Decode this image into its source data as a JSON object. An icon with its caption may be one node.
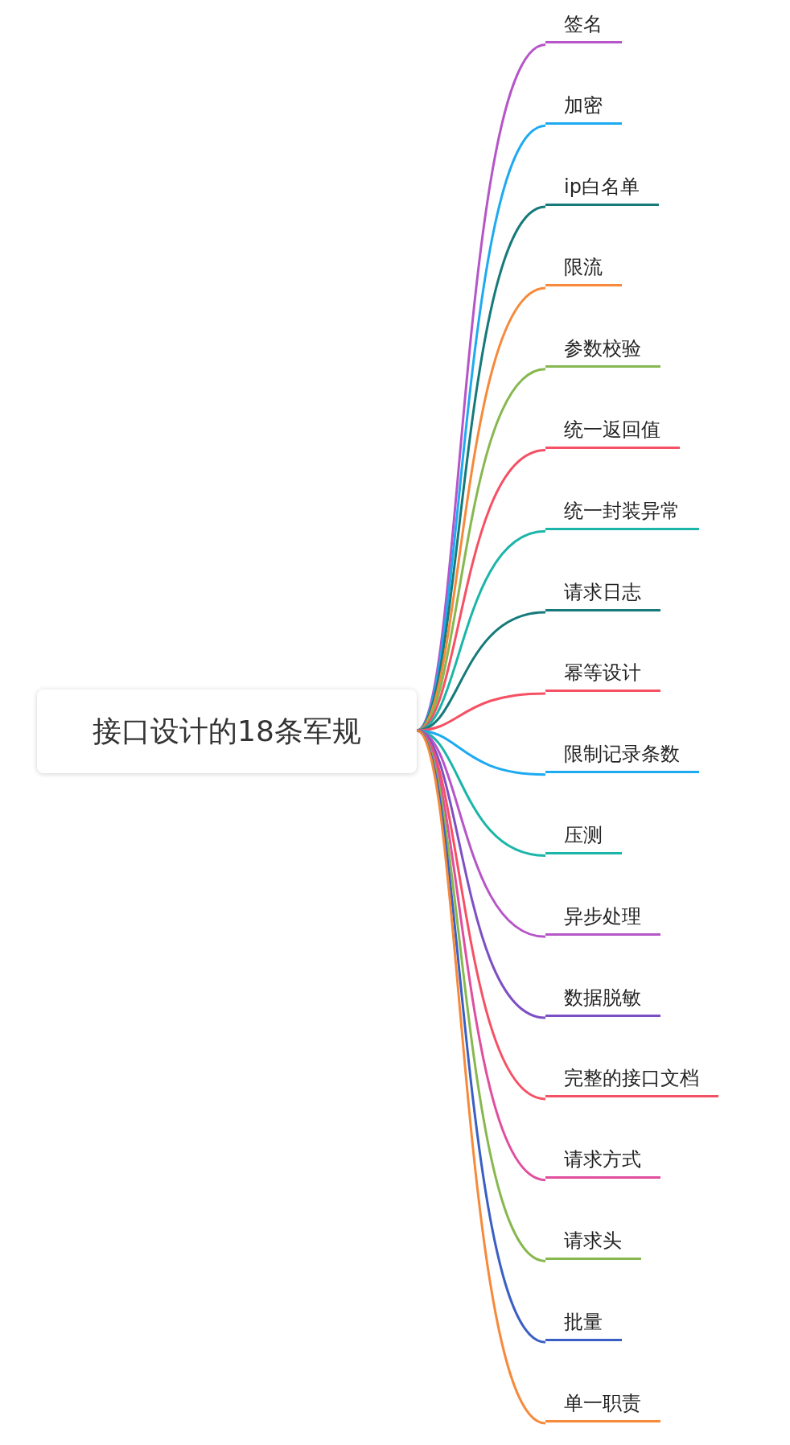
{
  "diagram": {
    "nodes": [
      {
        "text": [
          "接口设计的18条军规"
        ]
      },
      {
        "text": [
          "签名"
        ]
      },
      {
        "text": [
          "加密"
        ]
      },
      {
        "text": [
          "ip白名单"
        ]
      },
      {
        "text": [
          "限流"
        ]
      },
      {
        "text": [
          "参数校验"
        ]
      },
      {
        "text": [
          "统一返回值"
        ]
      },
      {
        "text": [
          "统一封装异常"
        ]
      },
      {
        "text": [
          "请求日志"
        ]
      },
      {
        "text": [
          "幂等设计"
        ]
      },
      {
        "text": [
          "限制记录条数"
        ]
      },
      {
        "text": [
          "压测"
        ]
      },
      {
        "text": [
          "异步处理"
        ]
      },
      {
        "text": [
          "数据脱敏"
        ]
      },
      {
        "text": [
          "完整的接口文档"
        ]
      },
      {
        "text": [
          "请求方式"
        ]
      },
      {
        "text": [
          "请求头"
        ]
      },
      {
        "text": [
          "批量"
        ]
      },
      {
        "text": [
          "单一职责"
        ]
      }
    ],
    "edges": [
      {
        "from": 0,
        "to": 1,
        "arrow": "none",
        "color": "#b655c8"
      },
      {
        "from": 0,
        "to": 2,
        "arrow": "none",
        "color": "#1eaaf1"
      },
      {
        "from": 0,
        "to": 3,
        "arrow": "none",
        "color": "#167a7a"
      },
      {
        "from": 0,
        "to": 4,
        "arrow": "none",
        "color": "#f7893a"
      },
      {
        "from": 0,
        "to": 5,
        "arrow": "none",
        "color": "#86b84f"
      },
      {
        "from": 0,
        "to": 6,
        "arrow": "none",
        "color": "#f65064"
      },
      {
        "from": 0,
        "to": 7,
        "arrow": "none",
        "color": "#1cb5a9"
      },
      {
        "from": 0,
        "to": 8,
        "arrow": "none",
        "color": "#167a7a"
      },
      {
        "from": 0,
        "to": 9,
        "arrow": "none",
        "color": "#f65064"
      },
      {
        "from": 0,
        "to": 10,
        "arrow": "none",
        "color": "#1eaaf1"
      },
      {
        "from": 0,
        "to": 11,
        "arrow": "none",
        "color": "#1cb5a9"
      },
      {
        "from": 0,
        "to": 12,
        "arrow": "none",
        "color": "#b655c8"
      },
      {
        "from": 0,
        "to": 13,
        "arrow": "none",
        "color": "#7d4fc4"
      },
      {
        "from": 0,
        "to": 14,
        "arrow": "none",
        "color": "#f65064"
      },
      {
        "from": 0,
        "to": 15,
        "arrow": "none",
        "color": "#e04e9f"
      },
      {
        "from": 0,
        "to": 16,
        "arrow": "none",
        "color": "#86b84f"
      },
      {
        "from": 0,
        "to": 17,
        "arrow": "none",
        "color": "#3a5fc4"
      },
      {
        "from": 0,
        "to": 18,
        "arrow": "none",
        "color": "#f7893a"
      }
    ]
  }
}
